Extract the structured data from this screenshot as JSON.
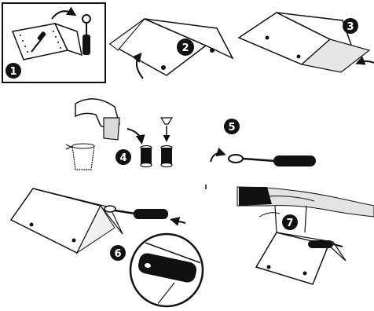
{
  "steps": [
    {
      "label": "1"
    },
    {
      "label": "2"
    },
    {
      "label": "3"
    },
    {
      "label": "4"
    },
    {
      "label": "5"
    },
    {
      "label": "6"
    },
    {
      "label": "7"
    }
  ],
  "colors": {
    "ink": "#111111",
    "paper": "#ffffff",
    "shade": "#d9d9d9"
  },
  "icons": [
    "tent-sheet-icon",
    "screwdriver-icon",
    "hand-icon",
    "cup-icon",
    "plug-icon",
    "pin-icon",
    "curved-arrow-icon",
    "arrow-icon",
    "magnifier-icon"
  ]
}
